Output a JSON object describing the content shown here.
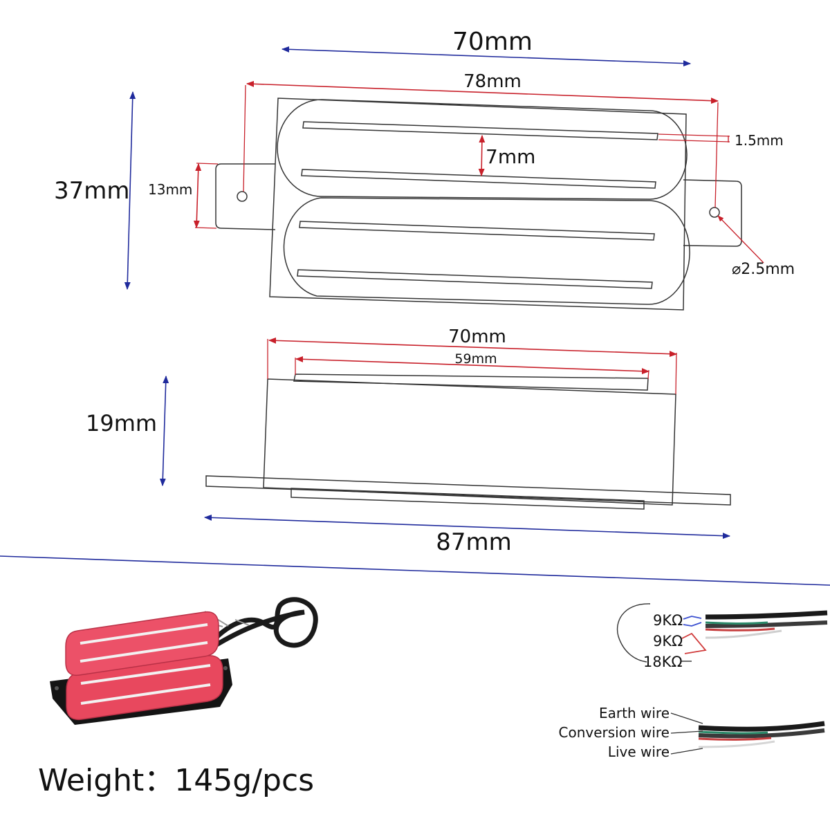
{
  "dimensions": {
    "top_width_outer": "70mm",
    "top_width_inner": "78mm",
    "rail_gap": "7mm",
    "rail_width": "1.5mm",
    "height_total": "37mm",
    "mount_height": "13mm",
    "hole_diameter": "⌀2.5mm",
    "side_width_top": "70mm",
    "side_width_pole": "59mm",
    "side_height": "19mm",
    "side_width_base": "87mm"
  },
  "wiring_resistance": {
    "coil_a": "9KΩ",
    "coil_b": "9KΩ",
    "total": "18KΩ"
  },
  "wiring_labels": {
    "earth": "Earth wire",
    "conversion": "Conversion wire",
    "live": "Live wire"
  },
  "weight": "Weight：145g/pcs",
  "colors": {
    "dimension_blue": "#1f2a9c",
    "dimension_red": "#c8202a",
    "pickup_pink": "#e8485e",
    "outline": "#333333"
  }
}
